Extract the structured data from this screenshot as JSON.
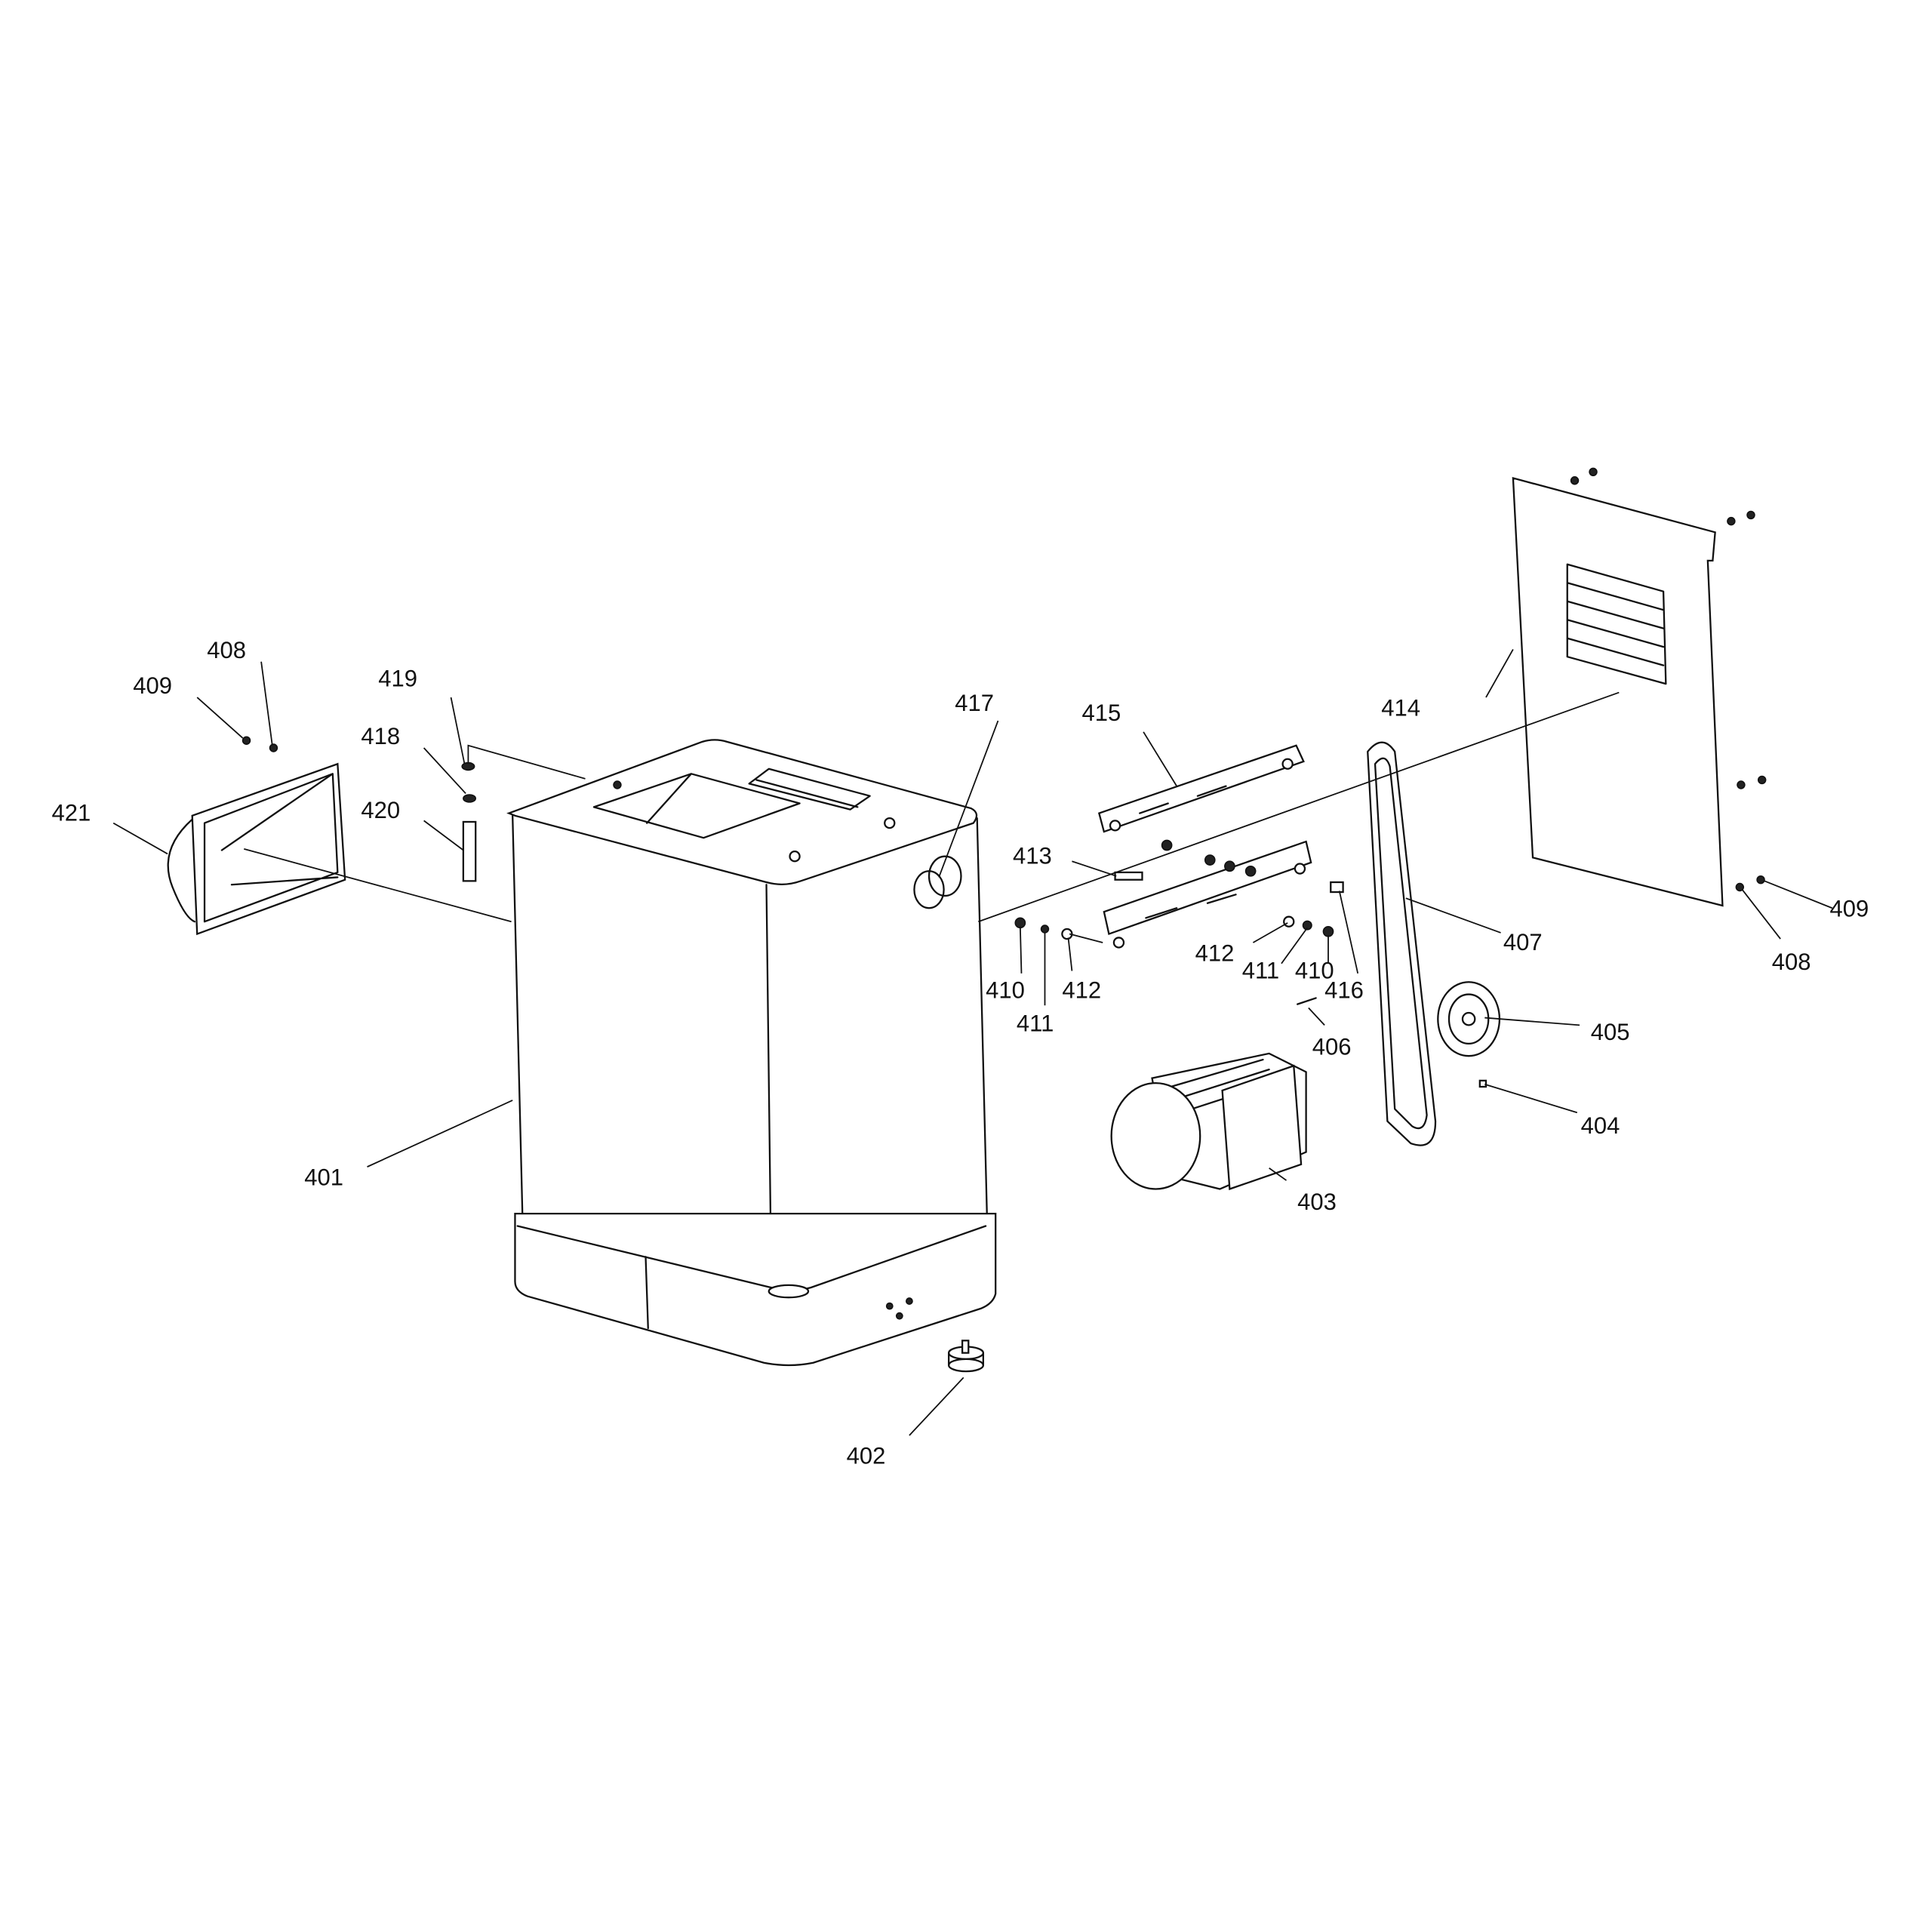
{
  "title": "Exploded parts diagram - cabinet stand and motor assembly",
  "labels": {
    "l401": "401",
    "l402": "402",
    "l403": "403",
    "l404": "404",
    "l405": "405",
    "l406": "406",
    "l407": "407",
    "l408a": "408",
    "l408b": "408",
    "l409a": "409",
    "l409b": "409",
    "l410a": "410",
    "l410b": "410",
    "l411a": "411",
    "l411b": "411",
    "l412a": "412",
    "l412b": "412",
    "l413": "413",
    "l414": "414",
    "l415": "415",
    "l416": "416",
    "l417": "417",
    "l418": "418",
    "l419": "419",
    "l420": "420",
    "l421": "421"
  }
}
